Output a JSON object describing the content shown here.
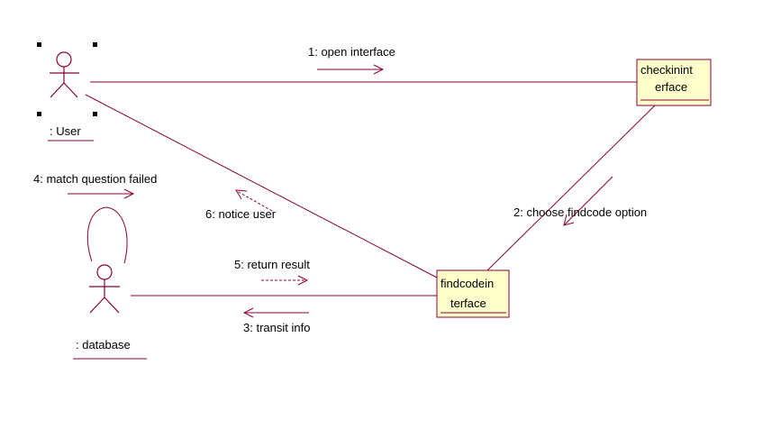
{
  "actors": {
    "user": {
      "label": ": User"
    },
    "database": {
      "label": ": database"
    }
  },
  "objects": {
    "checkin": {
      "line1": "checkinint",
      "line2": "erface"
    },
    "findcode": {
      "line1": "findcodein",
      "line2": "terface"
    }
  },
  "messages": [
    {
      "label": "1: open interface"
    },
    {
      "label": "2: choose findcode option"
    },
    {
      "label": "3: transit info"
    },
    {
      "label": "4: match question failed"
    },
    {
      "label": "5: return result"
    },
    {
      "label": "6: notice user"
    }
  ],
  "colors": {
    "line": "#8b0038",
    "box_fill": "#ffffcc"
  }
}
